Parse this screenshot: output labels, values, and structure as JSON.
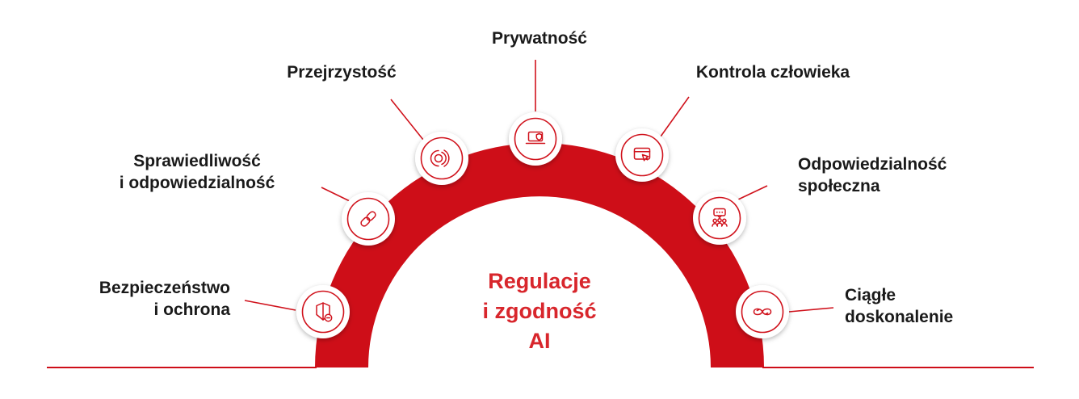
{
  "center": {
    "title": "Regulacje\ni zgodność\nAI"
  },
  "nodes": [
    {
      "label": "Bezpieczeństwo\ni ochrona",
      "icon": "shield-security-icon"
    },
    {
      "label": "Sprawiedliwość\ni odpowiedzialność",
      "icon": "chain-link-icon"
    },
    {
      "label": "Przejrzystość",
      "icon": "transparency-icon"
    },
    {
      "label": "Prywatność",
      "icon": "laptop-shield-icon"
    },
    {
      "label": "Kontrola człowieka",
      "icon": "browser-cursor-icon"
    },
    {
      "label": "Odpowiedzialność\nspołeczna",
      "icon": "people-speech-icon"
    },
    {
      "label": "Ciągłe\ndoskonalenie",
      "icon": "infinity-loop-icon"
    }
  ],
  "colors": {
    "arch_red": "#ce0e18",
    "accent_red": "#d8262c",
    "icon_red": "#d0121c",
    "label_text": "#1a1a1a"
  }
}
